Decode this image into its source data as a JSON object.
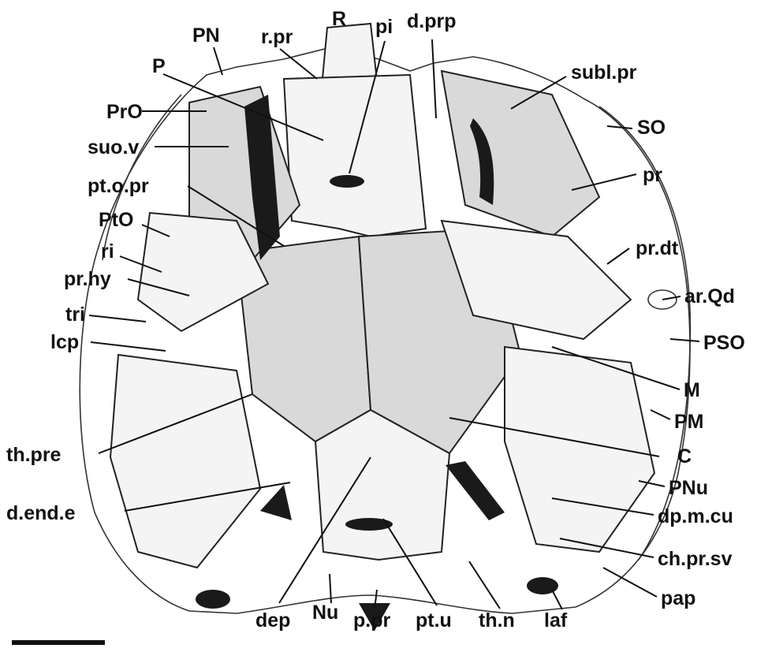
{
  "labels": {
    "PN": "PN",
    "r_pr": "r.pr",
    "R": "R",
    "pi": "pi",
    "d_prp": "d.prp",
    "P": "P",
    "subl_pr": "subl.pr",
    "PrO": "PrO",
    "SO": "SO",
    "suo_v": "suo.v",
    "pt_o_pr": "pt.o.pr",
    "pr": "pr",
    "PtO": "PtO",
    "pr_dt": "pr.dt",
    "ri": "ri",
    "pr_hy": "pr.hy",
    "ar_Qd": "ar.Qd",
    "tri": "tri",
    "lcp": "lcp",
    "PSO": "PSO",
    "M": "M",
    "PM": "PM",
    "th_pre": "th.pre",
    "C": "C",
    "PNu": "PNu",
    "d_end_e": "d.end.e",
    "dp_m_cu": "dp.m.cu",
    "ch_pr_sv": "ch.pr.sv",
    "pap": "pap",
    "dep": "dep",
    "Nu": "Nu",
    "p_pr": "p.pr",
    "pt_u": "pt.u",
    "th_n": "th.n",
    "laf": "laf"
  },
  "colors": {
    "ink": "#111111",
    "bone": "#f4f4f4",
    "stipple": "#d9d9d9",
    "shadow": "#1a1a1a"
  }
}
